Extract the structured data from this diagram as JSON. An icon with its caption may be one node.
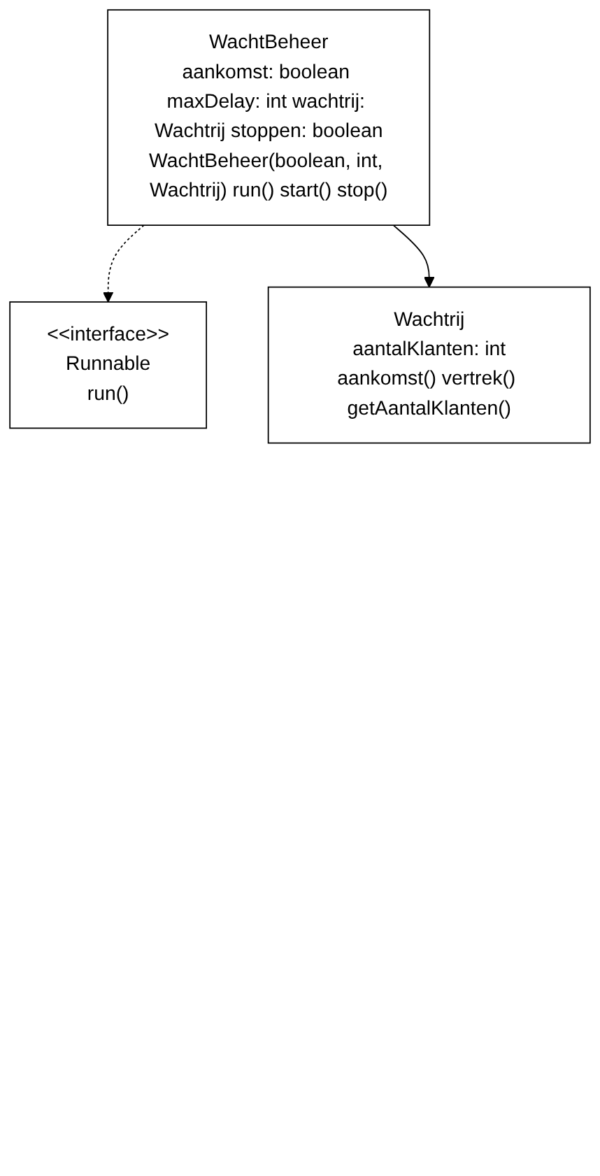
{
  "diagram": {
    "nodes": [
      {
        "text": [
          "<<interface>>",
          "Runnable",
          "run()"
        ]
      },
      {
        "text": [
          "WachtBeheer",
          "aankomst: boolean maxDelay: int wachtrij: Wachtrij stoppen: boolean",
          "WachtBeheer(boolean, int, Wachtrij) run() start() stop()"
        ]
      },
      {
        "text": [
          "Wachtrij",
          "aantalKlanten: int",
          "aankomst() vertrek() getAantalKlanten()"
        ]
      }
    ],
    "edges": [
      {
        "from": 1,
        "to": 0,
        "arrow": "to",
        "style": "dashed"
      },
      {
        "from": 1,
        "to": 2,
        "arrow": "to"
      }
    ]
  }
}
